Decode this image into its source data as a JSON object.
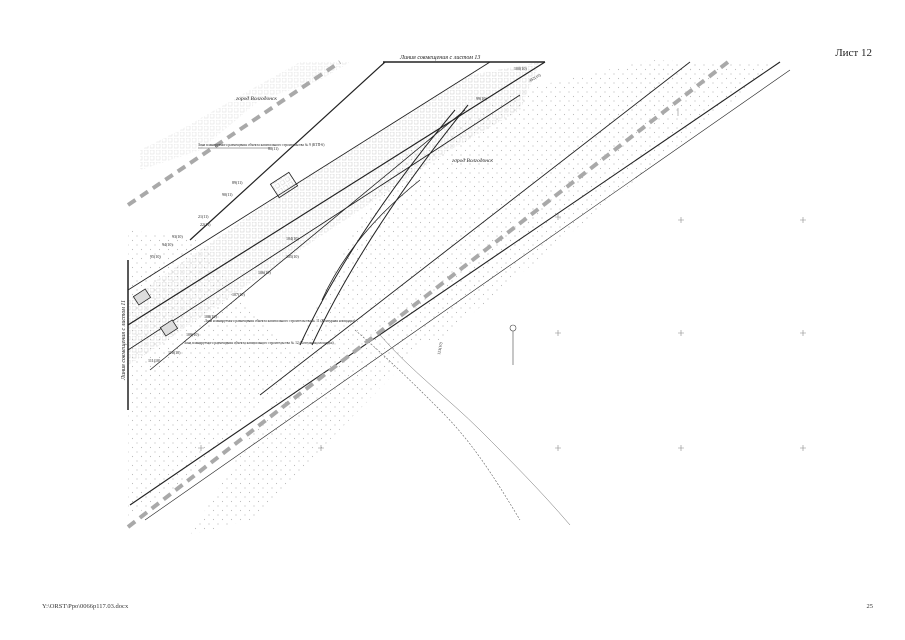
{
  "header": {
    "sheet_label": "Лист 12"
  },
  "footer": {
    "file_path": "Y:\\ORST\\Ppo\\0066p117.03.docx",
    "page_number": "25"
  },
  "map": {
    "match_line_top": "Линия совмещения с листом 13",
    "match_line_left": "Линия совмещения с листом 11",
    "city_label_1": "город Волгодонск",
    "city_label_2": "город Волгодонск",
    "zone_note_1": "Зона планируемого размещения объекта капитального строительства № 9 (КТП-6)",
    "zone_note_2": "Зона планируемого размещения объекта капитального строительства № 11 (Контурная площадка)",
    "zone_note_3": "Зона планируемого размещения объекта капитального строительства № 12 (Котельная площадка)",
    "labels": {
      "l_100_10": "100(10)",
      "l_88_11": "88(11)",
      "l_89_11": "89(11)",
      "l_90_11": "90(11)",
      "l_21_11": "21(11)",
      "l_22_11": "22(11)",
      "l_104_10": "104(10)",
      "l_105_10": "105(10)",
      "l_106_10": "106(10)",
      "l_107_10": "107(10)",
      "l_108_10": "108(10)",
      "l_109_10": "109(10)",
      "l_110_10": "110(10)",
      "l_111_10": "111(10)",
      "l_452": "452(10)",
      "l_123": "123(10)",
      "l_93_10": "93(10)",
      "l_94_10": "94(10)",
      "l_95_10": "95(10)",
      "l_99_10": "99(10)"
    }
  },
  "colors": {
    "ink": "#222222",
    "boundary_dash": "#a9a9a9",
    "stipple": "#bdbdbd",
    "urban_grey": "#c8c8c8"
  }
}
